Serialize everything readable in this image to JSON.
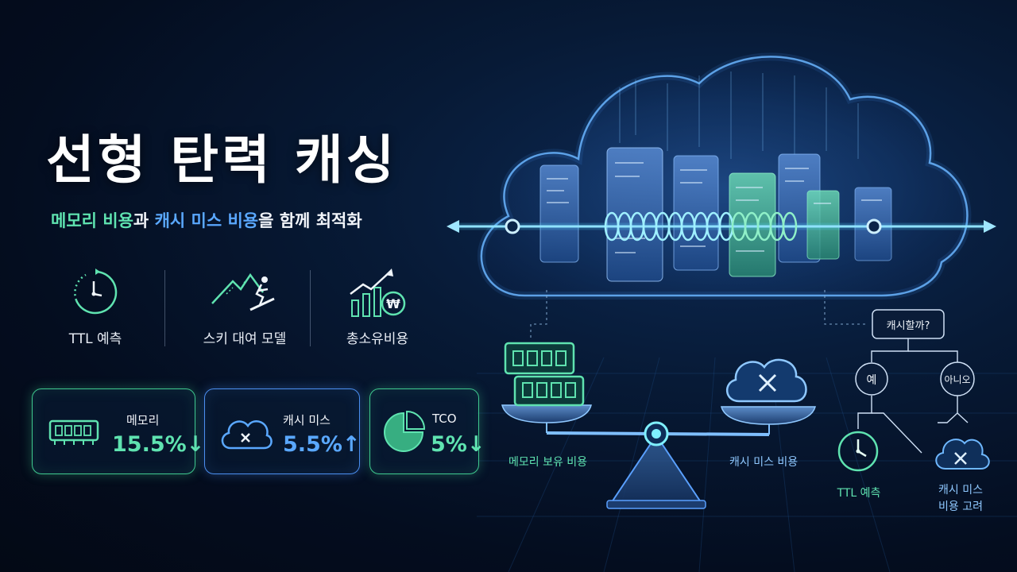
{
  "title": "선형 탄력 캐싱",
  "subtitle": {
    "part1": "메모리 비용",
    "part2": "과 ",
    "part3": "캐시 미스 비용",
    "part4": "을 함께 최적화"
  },
  "features": [
    {
      "label": "TTL 예측",
      "icon": "clock-icon"
    },
    {
      "label": "스키 대여 모델",
      "icon": "ski-mountain-icon"
    },
    {
      "label": "총소유비용",
      "icon": "growth-chart-won-icon"
    }
  ],
  "stats": [
    {
      "label": "메모리",
      "value": "15.5%↓",
      "icon": "memory-chip-icon",
      "color": "#5fe3b0"
    },
    {
      "label": "캐시 미스",
      "value": "5.5%↑",
      "icon": "cloud-x-icon",
      "color": "#5aa8ff"
    },
    {
      "label": "TCO",
      "value": "5%↓",
      "icon": "pie-chart-icon",
      "color": "#5fe3b0"
    }
  ],
  "balance": {
    "left_label": "메모리 보유 비용",
    "right_label": "캐시 미스 비용"
  },
  "decision": {
    "question": "캐시할까?",
    "yes": "예",
    "no": "아니오",
    "yes_result": "TTL 예측",
    "no_result_line1": "캐시 미스",
    "no_result_line2": "비용 고려"
  },
  "colors": {
    "green": "#5fe3b0",
    "blue": "#5aa8ff",
    "cyan": "#7fe0ff",
    "background": "#061430"
  }
}
